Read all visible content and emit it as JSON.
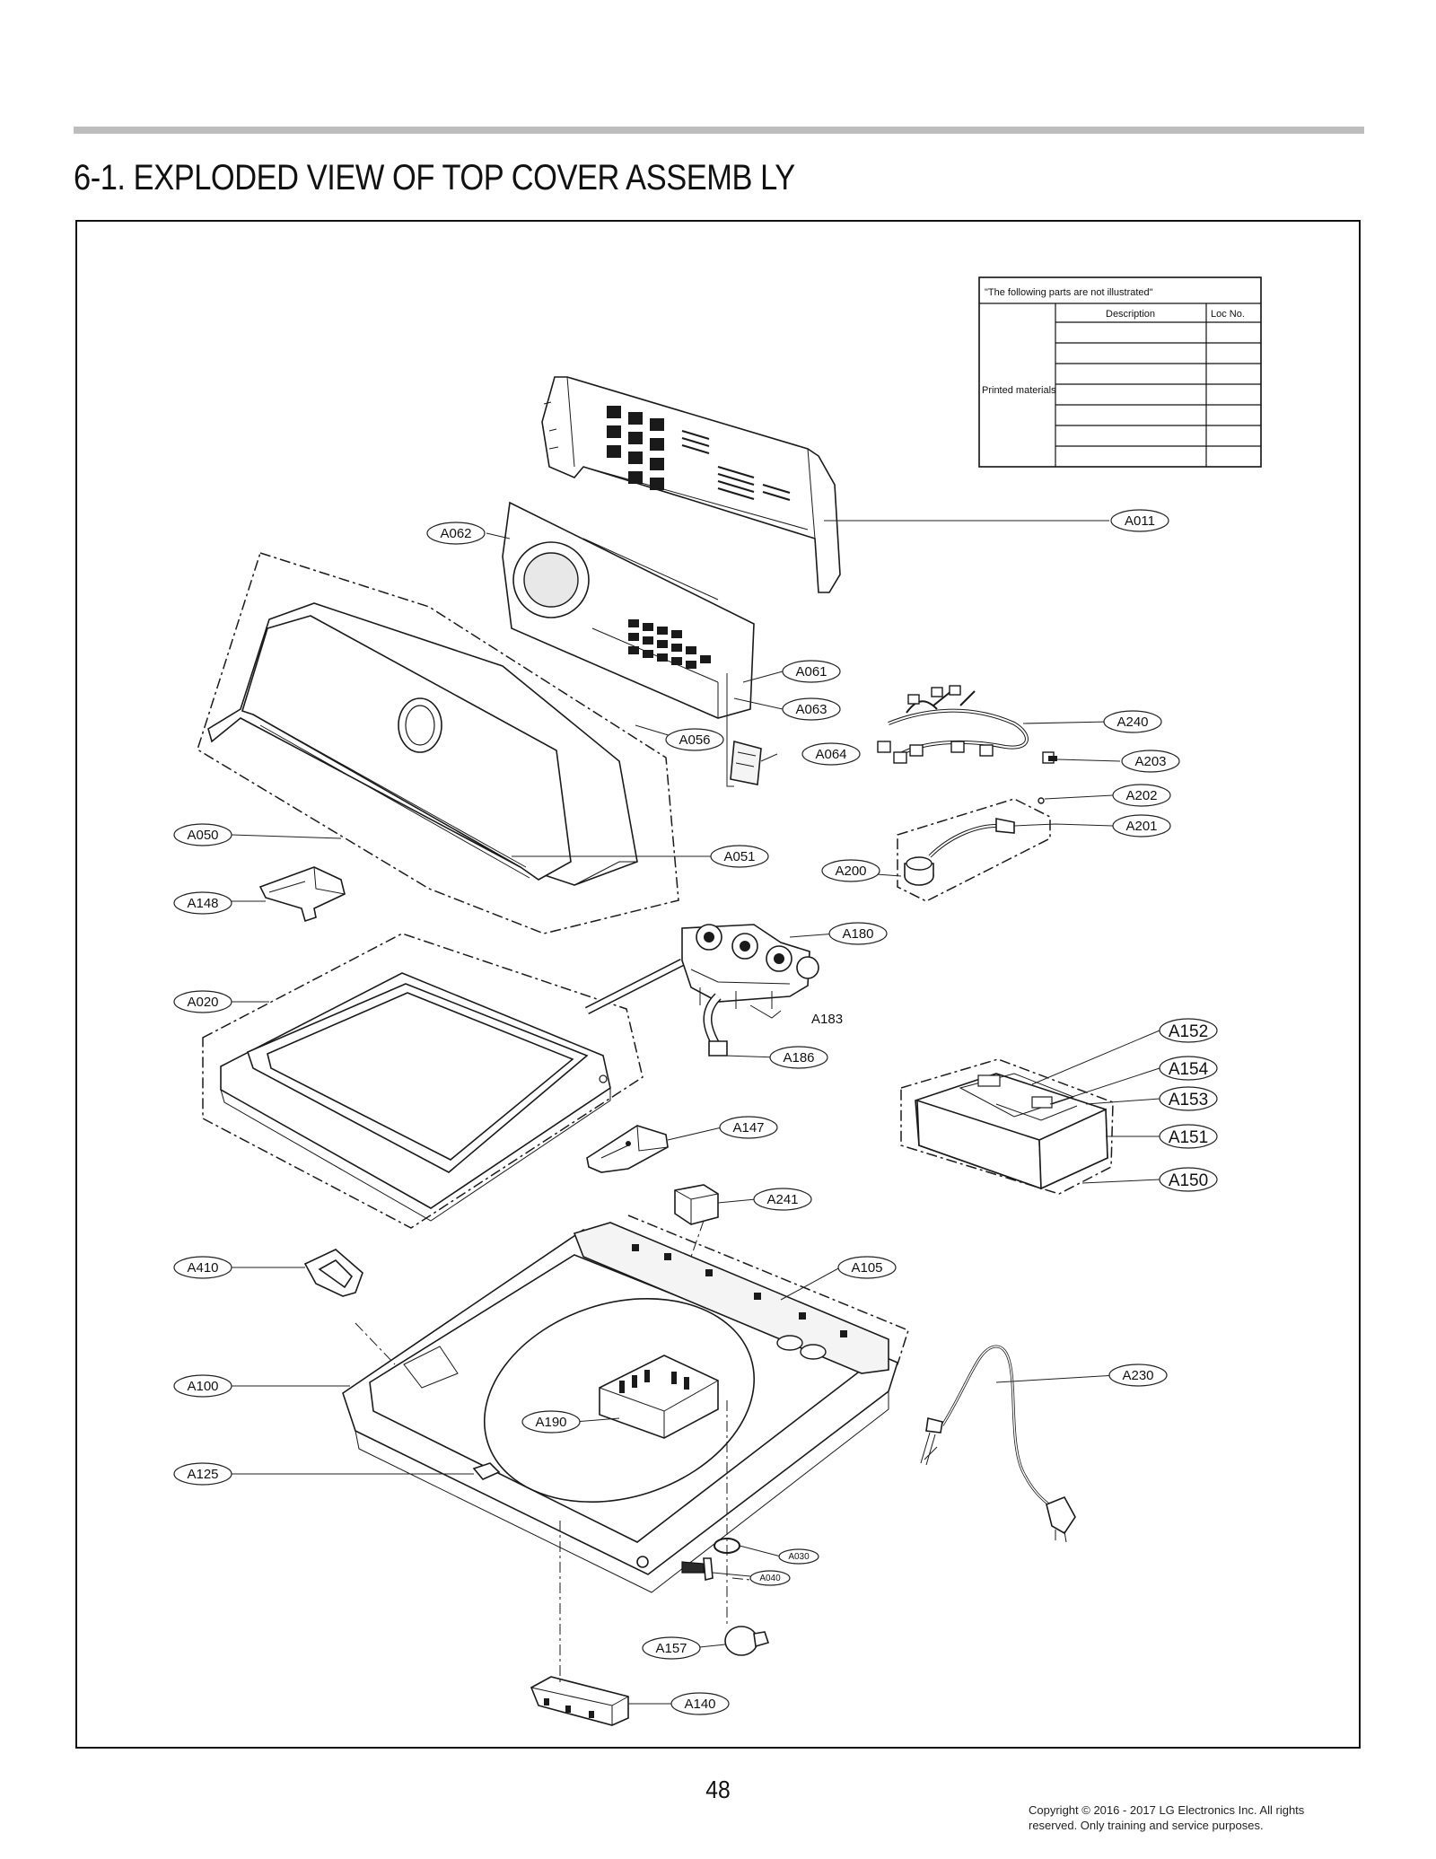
{
  "page": {
    "title": "6-1. EXPLODED VIEW OF TOP COVER ASSEMB LY",
    "page_number": "48",
    "copyright": "Copyright © 2016 - 2017 LG Electronics Inc. All rights reserved. Only training and service purposes."
  },
  "not_illustrated_table": {
    "header": "\"The      following parts are not illustrated\"",
    "col_description": "Description",
    "col_loc_no": "Loc No.",
    "row_label": "Printed materials"
  },
  "callouts": {
    "A011": "A011",
    "A062": "A062",
    "A061": "A061",
    "A063": "A063",
    "A056": "A056",
    "A064": "A064",
    "A240": "A240",
    "A203": "A203",
    "A202": "A202",
    "A201": "A201",
    "A200": "A200",
    "A050": "A050",
    "A051": "A051",
    "A148": "A148",
    "A180": "A180",
    "A183": "A183",
    "A020": "A020",
    "A186": "A186",
    "A152": "A152",
    "A154": "A154",
    "A153": "A153",
    "A151": "A151",
    "A150": "A150",
    "A147": "A147",
    "A241": "A241",
    "A410": "A410",
    "A105": "A105",
    "A100": "A100",
    "A230": "A230",
    "A190": "A190",
    "A125": "A125",
    "A030": "A030",
    "A040": "A040",
    "A157": "A157",
    "A140": "A140"
  },
  "colors": {
    "ink": "#111111",
    "rule": "#bdbdbd",
    "paper": "#ffffff"
  }
}
